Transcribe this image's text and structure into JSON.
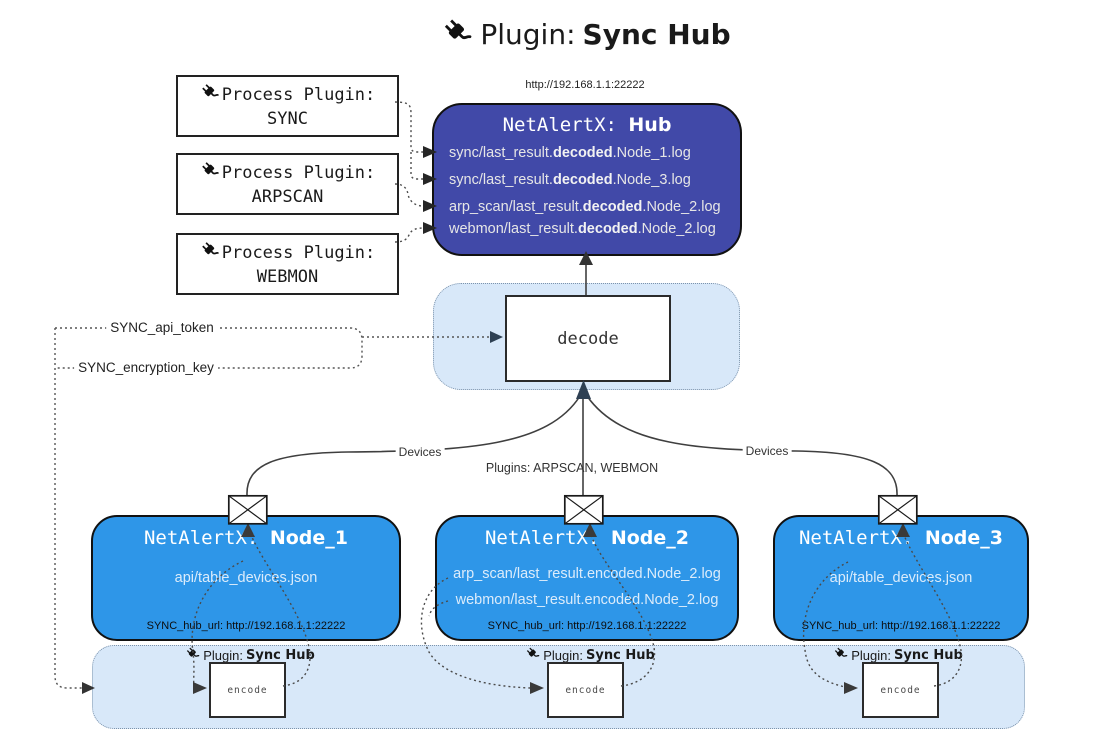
{
  "title": {
    "icon": "plug-icon",
    "prefix": "Plugin: ",
    "bold": "Sync Hub"
  },
  "process_plugins": [
    {
      "icon": "plug-icon",
      "label": "Process Plugin:",
      "name": "SYNC"
    },
    {
      "icon": "plug-icon",
      "label": "Process Plugin:",
      "name": "ARPSCAN"
    },
    {
      "icon": "plug-icon",
      "label": "Process Plugin:",
      "name": "WEBMON"
    }
  ],
  "hub": {
    "url": "http://192.168.1.1:22222",
    "title_prefix": "NetAlertX: ",
    "title_name": "Hub",
    "logs": [
      {
        "pre": "sync/last_result.",
        "bold": "decoded",
        "post": ".Node_1.log"
      },
      {
        "pre": "sync/last_result.",
        "bold": "decoded",
        "post": ".Node_3.log"
      },
      {
        "pre": "arp_scan/last_result.",
        "bold": "decoded",
        "post": ".Node_2.log"
      },
      {
        "pre": "webmon/last_result.",
        "bold": "decoded",
        "post": ".Node_2.log"
      }
    ]
  },
  "decode": {
    "label": "decode"
  },
  "secrets": {
    "api_token": "SYNC_api_token",
    "encryption_key": "SYNC_encryption_key"
  },
  "edges": {
    "devices_left": "Devices",
    "devices_right": "Devices",
    "plugins_center": "Plugins: ARPSCAN, WEBMON"
  },
  "nodes": [
    {
      "title_prefix": "NetAlertX: ",
      "name": "Node_1",
      "lines": [
        "api/table_devices.json"
      ],
      "hub_url": "SYNC_hub_url: http://192.168.1.1:22222"
    },
    {
      "title_prefix": "NetAlertX: ",
      "name": "Node_2",
      "lines": [
        "arp_scan/last_result.encoded.Node_2.log",
        "webmon/last_result.encoded.Node_2.log"
      ],
      "hub_url": "SYNC_hub_url: http://192.168.1.1:22222"
    },
    {
      "title_prefix": "NetAlertX: ",
      "name": "Node_3",
      "lines": [
        "api/table_devices.json"
      ],
      "hub_url": "SYNC_hub_url: http://192.168.1.1:22222"
    }
  ],
  "encoders": [
    {
      "icon": "plug-icon",
      "label_prefix": "Plugin: ",
      "label_bold": "Sync Hub",
      "box": "encode"
    },
    {
      "icon": "plug-icon",
      "label_prefix": "Plugin: ",
      "label_bold": "Sync Hub",
      "box": "encode"
    },
    {
      "icon": "plug-icon",
      "label_prefix": "Plugin: ",
      "label_bold": "Sync Hub",
      "box": "encode"
    }
  ],
  "icons": {
    "envelope": "envelope-icon",
    "plug": "plug-icon"
  },
  "colors": {
    "hub_fill": "#4149a8",
    "node_fill": "#2e96e8",
    "panel_fill": "#d8e8f9",
    "line": "#3f3f3f",
    "arrowhead": "#2e4053"
  }
}
